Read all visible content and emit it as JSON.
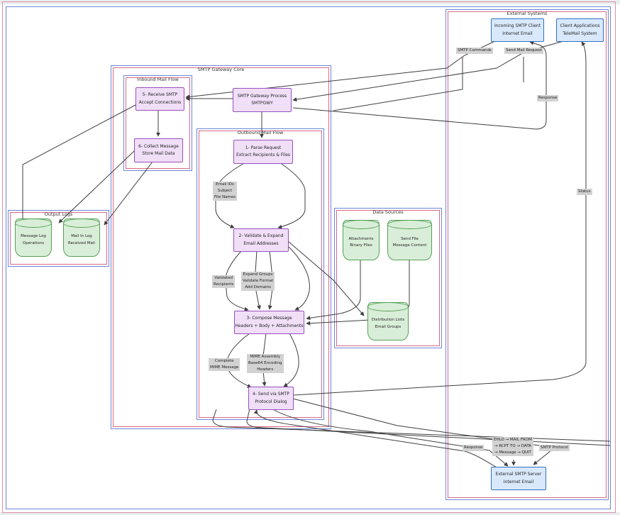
{
  "clusters": {
    "external_systems": "External Systems",
    "gateway_core": "SMTP Gateway Core",
    "inbound": "Inbound Mail Flow",
    "outbound": "Outbound Mail Flow",
    "output_logs": "Output Logs",
    "data_sources": "Data Sources"
  },
  "nodes": {
    "incoming_client": "Incoming SMTP Client\nInternet Email",
    "client_apps": "Client Applications\nTeleMail System",
    "gateway_process": "SMTP Gateway Process\nSMTPGWY",
    "receive": "5- Receive SMTP\nAccept Connections",
    "collect": "6- Collect Message\nStore Mail Data",
    "parse": "1- Parse Request\nExtract Recipients & Files",
    "validate": "2- Validate & Expand\nEmail Addresses",
    "compose": "3- Compose Message\nHeaders + Body + Attachments",
    "send": "4- Send via SMTP\nProtocol Dialog",
    "external_server": "External SMTP Server\nInternet Email"
  },
  "cylinders": {
    "message_log": "Message Log\nOperations",
    "mail_in_log": "Mail In Log\nReceived Mail",
    "attachments": "Attachments\nBinary Files",
    "send_file": "Send File\nMessage Content",
    "dist_lists": "Distribution Lists\nEmail Groups"
  },
  "edge_labels": {
    "smtp_commands": "SMTP Commands",
    "send_mail_request": "Send Mail Request",
    "response_top": "Response",
    "status": "Status",
    "email_ids": "Email IDs\nSubject\nFile Names",
    "validated": "Validated\nRecipients",
    "expand_groups": "Expand Groups\nValidate Format\nAdd Domains",
    "complete_mime": "Complete\nMIME Message",
    "mime_assembly": "MIME Assembly\nBase64 Encoding\nHeaders",
    "response_bottom": "Response",
    "ehlo_sequence": "EHLO → MAIL FROM\n→ RCPT TO → DATA\n→ Message → QUIT",
    "smtp_protocol": "SMTP Protocol"
  },
  "colors": {
    "node_blue_fill": "#d9e9fb",
    "node_blue_border": "#2f6fc4",
    "node_purple_fill": "#f0dff7",
    "node_purple_border": "#9a4fc0",
    "cylinder_fill": "#d9eed9",
    "cylinder_border": "#55a055",
    "cluster_blue": "#6b86d8",
    "cluster_red": "#d66a84",
    "outer_pink": "#dd8fa5",
    "edge": "#3f3f3f",
    "edge_label_bg": "#d2d2d2"
  }
}
